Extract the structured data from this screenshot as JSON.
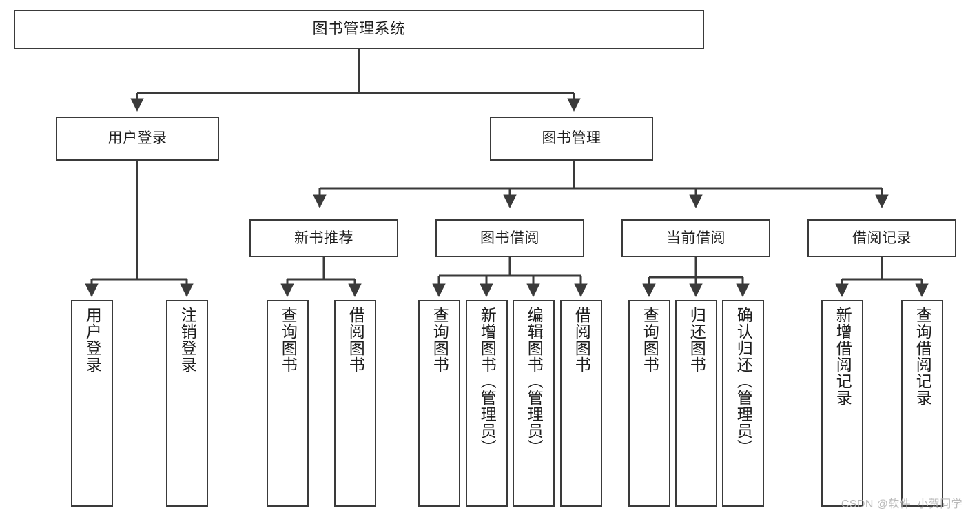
{
  "diagram": {
    "title": "图书管理系统",
    "type": "tree-hierarchy",
    "orientation": "top-down",
    "line_color": "#3a3a3a",
    "background_color": "#ffffff",
    "text_color": "#1d1d1d"
  },
  "nodes": {
    "root": {
      "label": "图书管理系统"
    },
    "level1": [
      {
        "label": "用户登录"
      },
      {
        "label": "图书管理"
      }
    ],
    "level2": [
      {
        "label": "新书推荐"
      },
      {
        "label": "图书借阅"
      },
      {
        "label": "当前借阅"
      },
      {
        "label": "借阅记录"
      }
    ],
    "leaves": {
      "user_login": [
        {
          "label": "用户登录"
        },
        {
          "label": "注销登录"
        }
      ],
      "new_book_recommend": [
        {
          "label": "查询图书"
        },
        {
          "label": "借阅图书"
        }
      ],
      "book_borrow": [
        {
          "label": "查询图书"
        },
        {
          "label": "新增图书（管理员）"
        },
        {
          "label": "编辑图书（管理员）"
        },
        {
          "label": "借阅图书"
        }
      ],
      "current_borrow": [
        {
          "label": "查询图书"
        },
        {
          "label": "归还图书"
        },
        {
          "label": "确认归还（管理员）"
        }
      ],
      "borrow_records": [
        {
          "label": "新增借阅记录"
        },
        {
          "label": "查询借阅记录"
        }
      ]
    }
  },
  "watermark": {
    "text": "CSDN @软件_小贺同学"
  }
}
